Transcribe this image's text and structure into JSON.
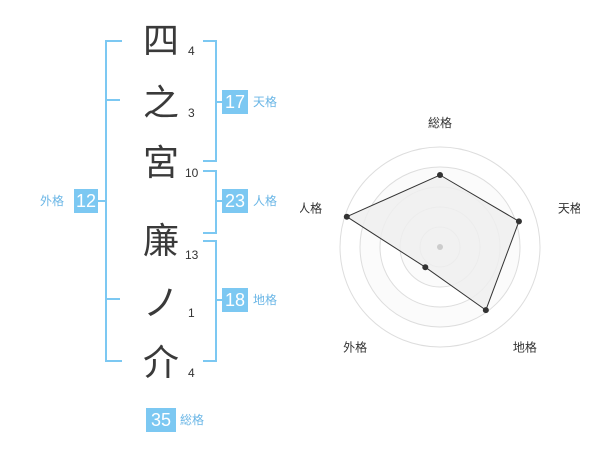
{
  "name": {
    "chars": [
      {
        "char": "四",
        "strokes": "4"
      },
      {
        "char": "之",
        "strokes": "3"
      },
      {
        "char": "宮",
        "strokes": "10"
      },
      {
        "char": "廉",
        "strokes": "13"
      },
      {
        "char": "ノ",
        "strokes": "1"
      },
      {
        "char": "介",
        "strokes": "4"
      }
    ]
  },
  "scores": {
    "tenkaku": {
      "value": "17",
      "label": "天格"
    },
    "jinkaku": {
      "value": "23",
      "label": "人格"
    },
    "chikaku": {
      "value": "18",
      "label": "地格"
    },
    "gaikaku": {
      "value": "12",
      "label": "外格"
    },
    "soukaku": {
      "value": "35",
      "label": "総格"
    }
  },
  "colors": {
    "accent": "#7cc8f2",
    "accent_text": "#6ab6e6"
  },
  "chart_data": {
    "type": "radar",
    "axes": [
      "総格",
      "天格",
      "地格",
      "外格",
      "人格"
    ],
    "values": [
      0.72,
      0.83,
      0.78,
      0.25,
      0.98
    ],
    "scale_max": 1,
    "rings": 5,
    "fill_color": "#eeeeee",
    "line_color": "#333333"
  }
}
